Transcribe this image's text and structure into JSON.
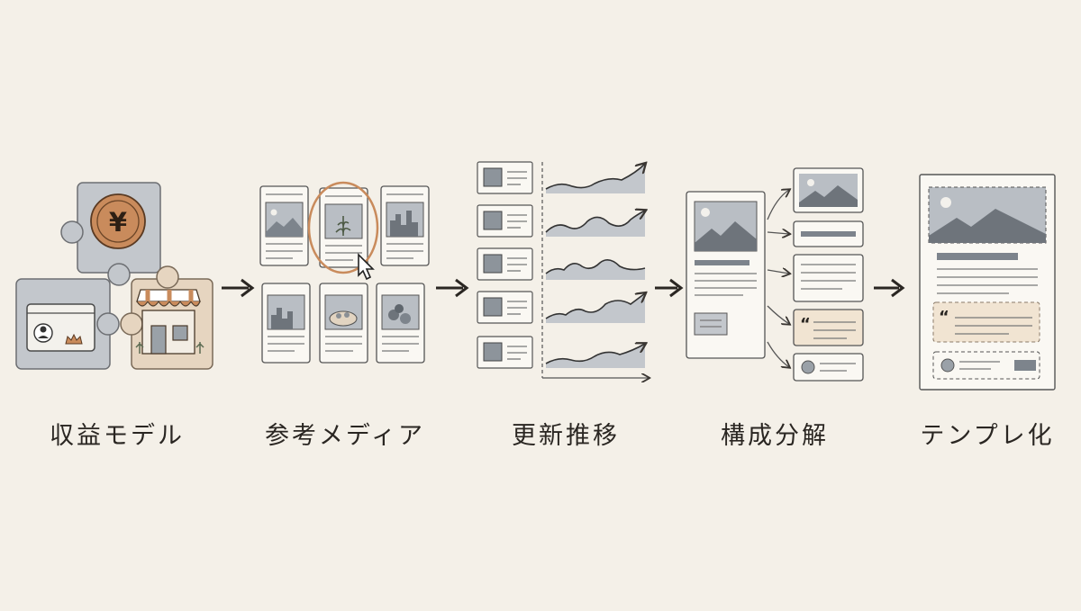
{
  "steps": [
    {
      "id": "revenue-model",
      "label": "収益モデル"
    },
    {
      "id": "reference-media",
      "label": "参考メディア"
    },
    {
      "id": "update-trend",
      "label": "更新推移"
    },
    {
      "id": "structure-breakdown",
      "label": "構成分解"
    },
    {
      "id": "templating",
      "label": "テンプレ化"
    }
  ],
  "icons": {
    "currency": "yen-icon",
    "quote": "quote-icon"
  },
  "glyphs": {
    "yen": "¥",
    "quote": "“"
  },
  "colors": {
    "background": "#f4f0e8",
    "ink": "#2a2622",
    "accent": "#c98b5c",
    "gray": "#a6acb3",
    "paper": "#faf8f3",
    "highlight": "#f1e4d2"
  }
}
